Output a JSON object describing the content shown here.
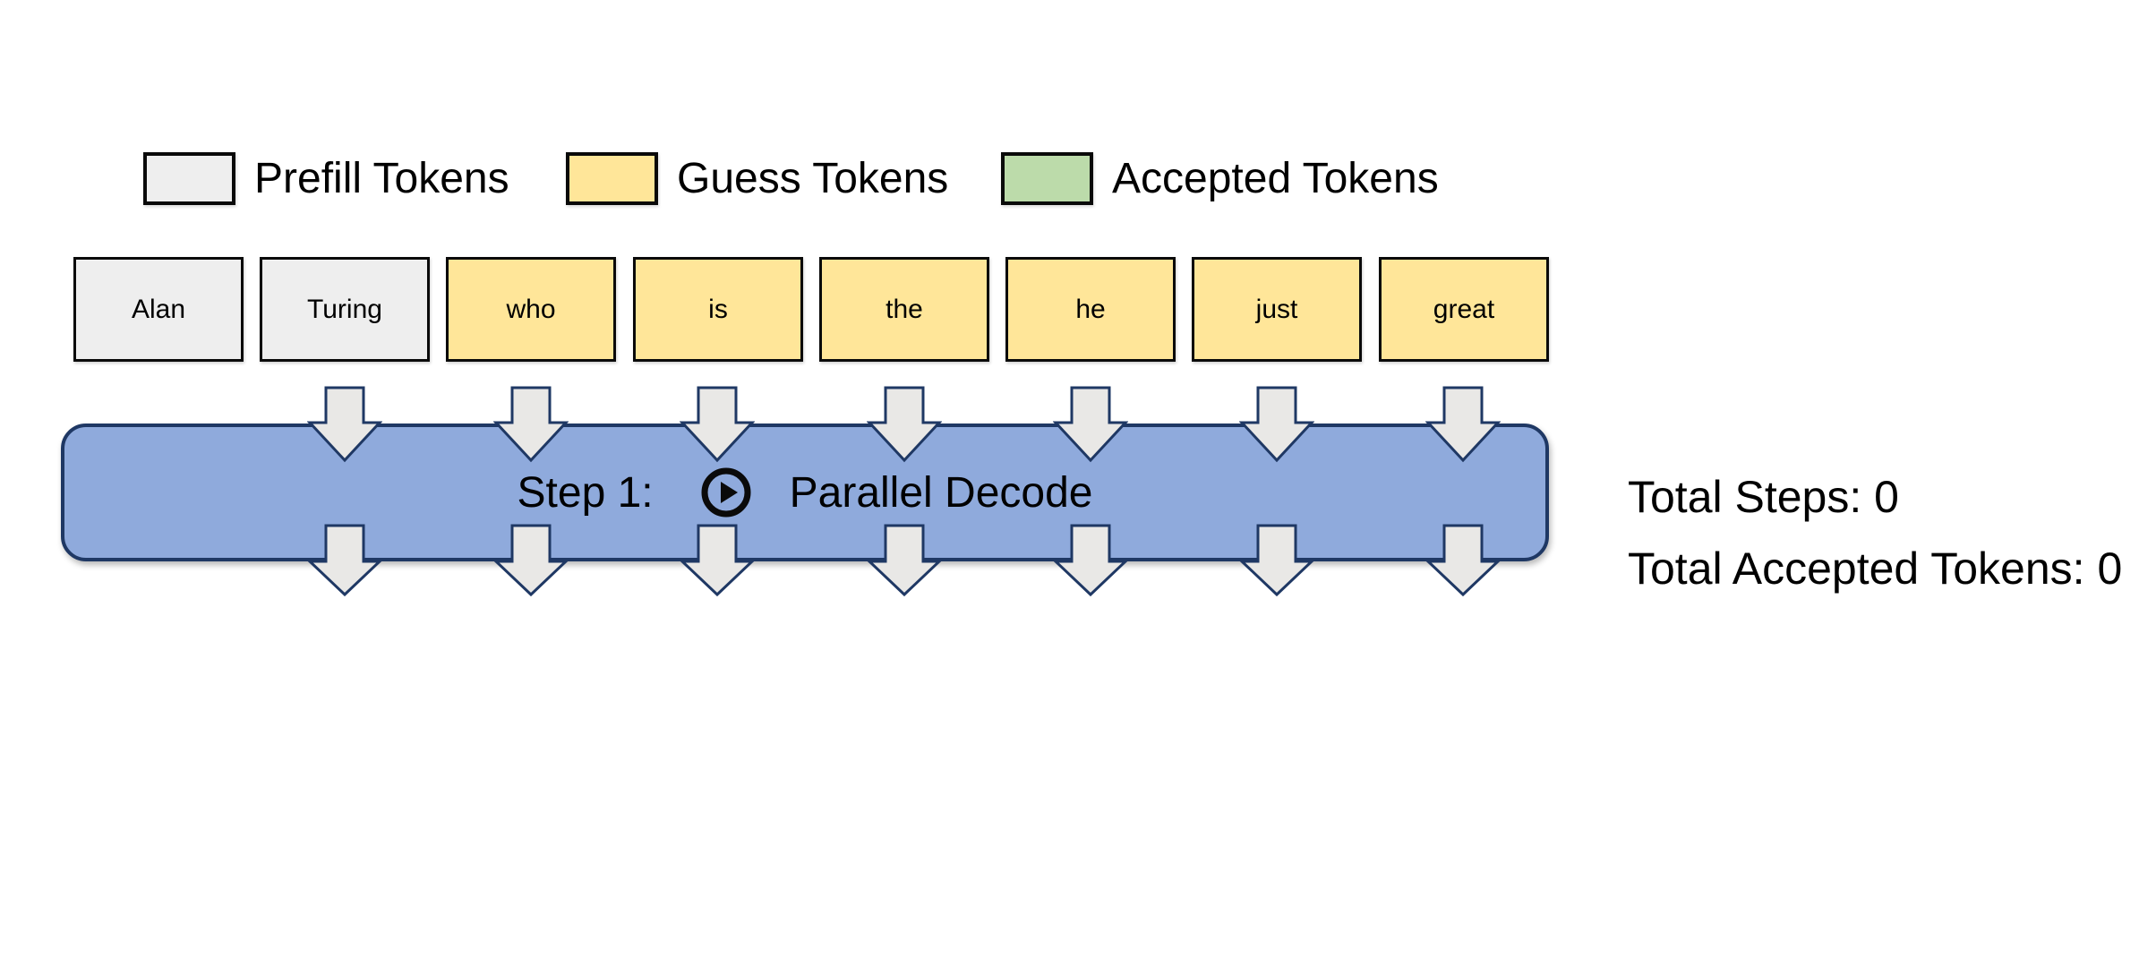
{
  "colors": {
    "prefill": "#eeeeee",
    "guess": "#ffe699",
    "accepted": "#bcdbaa",
    "bar_fill": "#8faadc",
    "outline_navy": "#1f3864",
    "arrow_fill": "#e9e8e6"
  },
  "legend": {
    "items": [
      {
        "id": "prefill",
        "label": "Prefill Tokens"
      },
      {
        "id": "guess",
        "label": "Guess Tokens"
      },
      {
        "id": "accepted",
        "label": "Accepted Tokens"
      }
    ]
  },
  "tokens": [
    {
      "text": "Alan",
      "type": "prefill"
    },
    {
      "text": "Turing",
      "type": "prefill"
    },
    {
      "text": "who",
      "type": "guess"
    },
    {
      "text": "is",
      "type": "guess"
    },
    {
      "text": "the",
      "type": "guess"
    },
    {
      "text": "he",
      "type": "guess"
    },
    {
      "text": "just",
      "type": "guess"
    },
    {
      "text": "great",
      "type": "guess"
    }
  ],
  "step_bar": {
    "step_label": "Step 1:",
    "action_label": "Parallel Decode"
  },
  "stats": {
    "total_steps_label": "Total Steps:",
    "total_steps_value": "0",
    "total_accepted_label": "Total Accepted Tokens:",
    "total_accepted_value": "0"
  }
}
